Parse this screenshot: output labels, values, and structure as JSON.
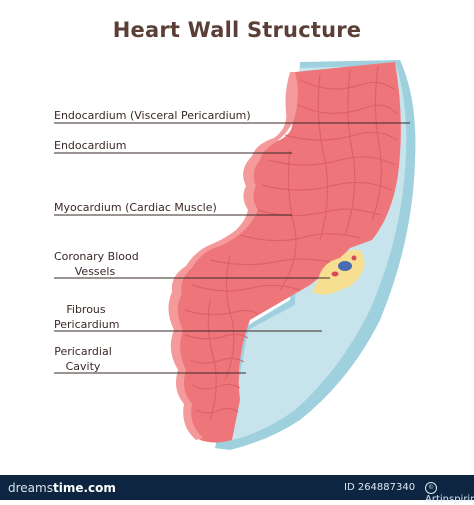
{
  "title": "Heart Wall Structure",
  "labels": [
    {
      "id": "endocardium-visceral",
      "lines": [
        "Endocardium (Visceral Pericardium)"
      ]
    },
    {
      "id": "endocardium",
      "lines": [
        "Endocardium"
      ]
    },
    {
      "id": "myocardium",
      "lines": [
        "Myocardium (Cardiac Muscle)"
      ]
    },
    {
      "id": "coronary-vessels",
      "lines": [
        "Coronary Blood",
        "Vessels"
      ]
    },
    {
      "id": "fibrous-pericardium",
      "lines": [
        "Fibrous",
        "Pericardium"
      ]
    },
    {
      "id": "pericardial-cavity",
      "lines": [
        "Pericardial",
        "Cavity"
      ]
    }
  ],
  "footer": {
    "site_prefix": "dreams",
    "site_suffix": "time.com",
    "image_id": "ID 264887340",
    "author": "Artinspiring"
  },
  "colors": {
    "muscle": "#ee767b",
    "muscle_fibers": "#d85a63",
    "muscle_inner": "#f08a8c",
    "pericardium_blue": "#c2e0e8",
    "pericardium_dark": "#8fc8d8",
    "fat_yellow": "#f7df92",
    "vessel_blue": "#4a6cb0",
    "vessel_red": "#d84a5a",
    "title": "#5a3f37",
    "footer_bg": "#0d2540"
  }
}
